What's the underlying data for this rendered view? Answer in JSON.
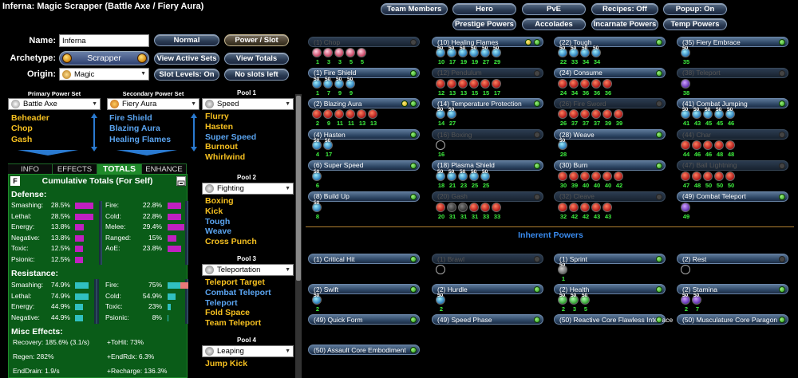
{
  "window_title": "Inferna: Magic Scrapper (Battle Axe / Fiery Aura)",
  "header_buttons": [
    {
      "label": "Team Members"
    },
    {
      "label": "Hero"
    },
    {
      "label": "PvE"
    },
    {
      "label": "Recipes: Off"
    },
    {
      "label": "Popup: On"
    },
    {
      "label": "Prestige Powers"
    },
    {
      "label": "Accolades"
    },
    {
      "label": "Incarnate Powers"
    },
    {
      "label": "Temp Powers"
    }
  ],
  "char": {
    "name_label": "Name:",
    "name_value": "Inferna",
    "archetype_label": "Archetype:",
    "archetype_value": "Scrapper",
    "origin_label": "Origin:",
    "origin_value": "Magic"
  },
  "mode_buttons": [
    {
      "label": "Normal"
    },
    {
      "label": "Power / Slot"
    },
    {
      "label": "View Active Sets"
    },
    {
      "label": "View Totals"
    },
    {
      "label": "Slot Levels: On"
    },
    {
      "label": "No slots left"
    }
  ],
  "primary": {
    "header": "Primary Power Set",
    "set": "Battle Axe",
    "powers": [
      {
        "name": "Beheader",
        "c": "gold"
      },
      {
        "name": "Chop",
        "c": "gold"
      },
      {
        "name": "Gash",
        "c": "gold"
      }
    ]
  },
  "secondary": {
    "header": "Secondary Power Set",
    "set": "Fiery Aura",
    "powers": [
      {
        "name": "Fire Shield",
        "c": "blue"
      },
      {
        "name": "Blazing Aura",
        "c": "blue"
      },
      {
        "name": "Healing Flames",
        "c": "blue"
      }
    ]
  },
  "tabs": [
    {
      "label": "INFO"
    },
    {
      "label": "EFFECTS"
    },
    {
      "label": "TOTALS"
    },
    {
      "label": "ENHANCE"
    }
  ],
  "totals": {
    "f_label": "F",
    "title": "Cumulative Totals (For Self)",
    "defense_title": "Defense:",
    "defense": [
      {
        "label": "Smashing:",
        "value": "28.5%",
        "pct": 0.57
      },
      {
        "label": "Lethal:",
        "value": "28.5%",
        "pct": 0.57
      },
      {
        "label": "Energy:",
        "value": "13.8%",
        "pct": 0.28
      },
      {
        "label": "Negative:",
        "value": "13.8%",
        "pct": 0.28
      },
      {
        "label": "Toxic:",
        "value": "12.5%",
        "pct": 0.25
      },
      {
        "label": "Psionic:",
        "value": "12.5%",
        "pct": 0.25
      }
    ],
    "defense2": [
      {
        "label": "Fire:",
        "value": "22.8%",
        "pct": 0.46
      },
      {
        "label": "Cold:",
        "value": "22.8%",
        "pct": 0.46
      },
      {
        "label": "Melee:",
        "value": "29.4%",
        "pct": 0.59
      },
      {
        "label": "Ranged:",
        "value": "15%",
        "pct": 0.3
      },
      {
        "label": "AoE:",
        "value": "23.8%",
        "pct": 0.48
      }
    ],
    "resistance_title": "Resistance:",
    "resistance": [
      {
        "label": "Smashing:",
        "value": "74.9%",
        "pct": 0.83
      },
      {
        "label": "Lethal:",
        "value": "74.9%",
        "pct": 0.83
      },
      {
        "label": "Energy:",
        "value": "44.9%",
        "pct": 0.5
      },
      {
        "label": "Negative:",
        "value": "44.9%",
        "pct": 0.5
      }
    ],
    "resistance2": [
      {
        "label": "Fire:",
        "value": "75%",
        "pct": 1.0
      },
      {
        "label": "Cold:",
        "value": "54.9%",
        "pct": 0.61
      },
      {
        "label": "Toxic:",
        "value": "23%",
        "pct": 0.26
      },
      {
        "label": "Psionic:",
        "value": "8%",
        "pct": 0.09
      }
    ],
    "misc_title": "Misc Effects:",
    "misc": [
      {
        "label": "Recovery: 185.6% (3.1/s)",
        "label2": "+ToHit: 73%"
      },
      {
        "label": "Regen: 282%",
        "label2": "+EndRdx: 6.3%"
      },
      {
        "label": "EndDrain: 1.9/s",
        "label2": "+Recharge: 136.3%"
      }
    ]
  },
  "pools": [
    {
      "header": "Pool 1",
      "set": "Speed",
      "powers": [
        {
          "name": "Flurry",
          "c": "gold"
        },
        {
          "name": "Hasten",
          "c": "gold"
        },
        {
          "name": "Super Speed",
          "c": "blue"
        },
        {
          "name": "Burnout",
          "c": "gold"
        },
        {
          "name": "Whirlwind",
          "c": "gold"
        }
      ]
    },
    {
      "header": "Pool 2",
      "set": "Fighting",
      "powers": [
        {
          "name": "Boxing",
          "c": "gold"
        },
        {
          "name": "Kick",
          "c": "gold"
        },
        {
          "name": "Tough",
          "c": "blue"
        },
        {
          "name": "Weave",
          "c": "blue"
        },
        {
          "name": "Cross Punch",
          "c": "gold"
        }
      ]
    },
    {
      "header": "Pool 3",
      "set": "Teleportation",
      "powers": [
        {
          "name": "Teleport Target",
          "c": "gold"
        },
        {
          "name": "Combat Teleport",
          "c": "blue"
        },
        {
          "name": "Teleport",
          "c": "blue"
        },
        {
          "name": "Fold Space",
          "c": "gold"
        },
        {
          "name": "Team Teleport",
          "c": "gold"
        }
      ]
    },
    {
      "header": "Pool 4",
      "set": "Leaping",
      "powers": [
        {
          "name": "Jump Kick",
          "c": "gold"
        }
      ]
    }
  ],
  "powers": [
    {
      "name": "(1) Chop",
      "dim": true,
      "dot": "",
      "slots": [
        {
          "c": "pink",
          "lv": "1"
        },
        {
          "c": "pink",
          "lv": "3"
        },
        {
          "c": "pink",
          "lv": "3"
        },
        {
          "c": "pink",
          "lv": "5"
        },
        {
          "c": "pink",
          "lv": "5"
        }
      ]
    },
    {
      "name": "(10) Healing Flames",
      "dim": false,
      "dot": "gy",
      "slots": [
        {
          "c": "blue",
          "lv": "10",
          "ov": "50"
        },
        {
          "c": "blue",
          "lv": "17",
          "ov": "50"
        },
        {
          "c": "blue",
          "lv": "19",
          "ov": "50"
        },
        {
          "c": "blue",
          "lv": "19",
          "ov": "50"
        },
        {
          "c": "blue",
          "lv": "27",
          "ov": "50"
        },
        {
          "c": "blue",
          "lv": "29",
          "ov": "50"
        }
      ]
    },
    {
      "name": "(22) Tough",
      "dim": false,
      "dot": "g",
      "slots": [
        {
          "c": "blue",
          "lv": "22",
          "ov": "50"
        },
        {
          "c": "blue",
          "lv": "33",
          "ov": "50"
        },
        {
          "c": "blue",
          "lv": "34",
          "ov": "50"
        },
        {
          "c": "blue",
          "lv": "34",
          "ov": "50"
        }
      ]
    },
    {
      "name": "(35) Fiery Embrace",
      "dim": false,
      "dot": "g",
      "slots": [
        {
          "c": "blue",
          "lv": "35",
          "ov": "50"
        }
      ]
    },
    {
      "name": "(1) Fire Shield",
      "dim": false,
      "dot": "g",
      "slots": [
        {
          "c": "blue",
          "lv": "1",
          "ov": "50"
        },
        {
          "c": "blue",
          "lv": "7",
          "ov": "50"
        },
        {
          "c": "blue",
          "lv": "9",
          "ov": "50"
        },
        {
          "c": "blue",
          "lv": "9",
          "ov": "50"
        }
      ]
    },
    {
      "name": "(12) Pendulum",
      "dim": true,
      "dot": "",
      "slots": [
        {
          "c": "red",
          "lv": "12"
        },
        {
          "c": "red",
          "lv": "13"
        },
        {
          "c": "red",
          "lv": "13"
        },
        {
          "c": "red",
          "lv": "15"
        },
        {
          "c": "red",
          "lv": "15"
        },
        {
          "c": "red",
          "lv": "17"
        }
      ]
    },
    {
      "name": "(24) Consume",
      "dim": false,
      "dot": "g",
      "slots": [
        {
          "c": "red",
          "lv": "24"
        },
        {
          "c": "red",
          "lv": "34"
        },
        {
          "c": "red",
          "lv": "36"
        },
        {
          "c": "red",
          "lv": "36"
        },
        {
          "c": "red",
          "lv": "36"
        }
      ]
    },
    {
      "name": "(38) Teleport",
      "dim": true,
      "dot": "",
      "slots": [
        {
          "c": "purple",
          "lv": "38"
        }
      ]
    },
    {
      "name": "(2) Blazing Aura",
      "dim": false,
      "dot": "gy",
      "slots": [
        {
          "c": "red",
          "lv": "2"
        },
        {
          "c": "red",
          "lv": "9"
        },
        {
          "c": "red",
          "lv": "11"
        },
        {
          "c": "red",
          "lv": "11"
        },
        {
          "c": "red",
          "lv": "13"
        },
        {
          "c": "red",
          "lv": "13"
        }
      ]
    },
    {
      "name": "(14) Temperature Protection",
      "dim": false,
      "dot": "g",
      "slots": [
        {
          "c": "blue",
          "lv": "14",
          "ov": "50"
        },
        {
          "c": "blue",
          "lv": "27",
          "ov": "50"
        }
      ]
    },
    {
      "name": "(26) Fire Sword",
      "dim": true,
      "dot": "",
      "slots": [
        {
          "c": "red",
          "lv": "26"
        },
        {
          "c": "red",
          "lv": "37"
        },
        {
          "c": "red",
          "lv": "37"
        },
        {
          "c": "red",
          "lv": "37"
        },
        {
          "c": "red",
          "lv": "39"
        },
        {
          "c": "red",
          "lv": "39"
        }
      ]
    },
    {
      "name": "(41) Combat Jumping",
      "dim": false,
      "dot": "g",
      "slots": [
        {
          "c": "blue",
          "lv": "41",
          "ov": "50"
        },
        {
          "c": "blue",
          "lv": "43",
          "ov": "50"
        },
        {
          "c": "blue",
          "lv": "45",
          "ov": "50"
        },
        {
          "c": "blue",
          "lv": "45",
          "ov": "50"
        },
        {
          "c": "blue",
          "lv": "46",
          "ov": "50"
        }
      ]
    },
    {
      "name": "(4) Hasten",
      "dim": false,
      "dot": "g",
      "slots": [
        {
          "c": "blue",
          "lv": "4",
          "ov": "50"
        },
        {
          "c": "blue",
          "lv": "17",
          "ov": "50"
        }
      ]
    },
    {
      "name": "(16) Boxing",
      "dim": true,
      "dot": "",
      "slots": [
        {
          "c": "empty",
          "lv": "16"
        }
      ]
    },
    {
      "name": "(28) Weave",
      "dim": false,
      "dot": "g",
      "slots": [
        {
          "c": "blue",
          "lv": "28",
          "ov": "50"
        }
      ]
    },
    {
      "name": "(44) Char",
      "dim": true,
      "dot": "",
      "slots": [
        {
          "c": "red",
          "lv": "44"
        },
        {
          "c": "red",
          "lv": "46"
        },
        {
          "c": "red",
          "lv": "46"
        },
        {
          "c": "red",
          "lv": "48"
        },
        {
          "c": "red",
          "lv": "48"
        }
      ]
    },
    {
      "name": "(6) Super Speed",
      "dim": false,
      "dot": "g",
      "slots": [
        {
          "c": "blue",
          "lv": "6",
          "ov": "50"
        }
      ]
    },
    {
      "name": "(18) Plasma Shield",
      "dim": false,
      "dot": "g",
      "slots": [
        {
          "c": "blue",
          "lv": "18",
          "ov": "50"
        },
        {
          "c": "blue",
          "lv": "21",
          "ov": "50"
        },
        {
          "c": "blue",
          "lv": "23",
          "ov": "50"
        },
        {
          "c": "blue",
          "lv": "25",
          "ov": "50"
        },
        {
          "c": "blue",
          "lv": "25",
          "ov": "50"
        }
      ]
    },
    {
      "name": "(30) Burn",
      "dim": false,
      "dot": "g",
      "slots": [
        {
          "c": "red",
          "lv": "30"
        },
        {
          "c": "red",
          "lv": "39"
        },
        {
          "c": "red",
          "lv": "40"
        },
        {
          "c": "red",
          "lv": "40"
        },
        {
          "c": "red",
          "lv": "40"
        },
        {
          "c": "red",
          "lv": "42"
        }
      ]
    },
    {
      "name": "(47) Ball Lightning",
      "dim": true,
      "dot": "",
      "slots": [
        {
          "c": "red",
          "lv": "47"
        },
        {
          "c": "red",
          "lv": "48"
        },
        {
          "c": "red",
          "lv": "50"
        },
        {
          "c": "red",
          "lv": "50"
        },
        {
          "c": "red",
          "lv": "50"
        }
      ]
    },
    {
      "name": "(8) Build Up",
      "dim": false,
      "dot": "g",
      "slots": [
        {
          "c": "blue",
          "lv": "8",
          "ov": "50"
        }
      ]
    },
    {
      "name": "(20) Gash",
      "dim": true,
      "dot": "",
      "slots": [
        {
          "c": "red",
          "lv": "20"
        },
        {
          "c": "dark",
          "lv": "31"
        },
        {
          "c": "dark",
          "lv": "31"
        },
        {
          "c": "red",
          "lv": "31"
        },
        {
          "c": "red",
          "lv": "33"
        },
        {
          "c": "red",
          "lv": "33"
        }
      ]
    },
    {
      "name": "(32) Cleave",
      "dim": true,
      "dot": "",
      "slots": [
        {
          "c": "red",
          "lv": "32"
        },
        {
          "c": "red",
          "lv": "42"
        },
        {
          "c": "red",
          "lv": "42"
        },
        {
          "c": "red",
          "lv": "43"
        },
        {
          "c": "red",
          "lv": "43"
        }
      ]
    },
    {
      "name": "(49) Combat Teleport",
      "dim": false,
      "dot": "g",
      "slots": [
        {
          "c": "purple",
          "lv": "49"
        }
      ]
    }
  ],
  "inherent_title": "Inherent Powers",
  "inherent": [
    {
      "name": "(1) Critical Hit",
      "dim": false,
      "dot": "g",
      "slots": []
    },
    {
      "name": "(1) Brawl",
      "dim": true,
      "dot": "",
      "slots": [
        {
          "c": "empty",
          "lv": ""
        }
      ]
    },
    {
      "name": "(1) Sprint",
      "dim": false,
      "dot": "g",
      "slots": [
        {
          "c": "gray",
          "lv": "1",
          "ov": "50"
        }
      ]
    },
    {
      "name": "(2) Rest",
      "dim": false,
      "dot": "",
      "slots": [
        {
          "c": "empty",
          "lv": ""
        }
      ]
    },
    {
      "name": "(2) Swift",
      "dim": false,
      "dot": "g",
      "slots": [
        {
          "c": "blue",
          "lv": "2",
          "ov": "50"
        }
      ]
    },
    {
      "name": "(2) Hurdle",
      "dim": false,
      "dot": "g",
      "slots": [
        {
          "c": "blue",
          "lv": "2",
          "ov": "50"
        }
      ]
    },
    {
      "name": "(2) Health",
      "dim": false,
      "dot": "g",
      "slots": [
        {
          "c": "green",
          "lv": "2",
          "ov": "50"
        },
        {
          "c": "green",
          "lv": "3",
          "ov": "50"
        },
        {
          "c": "green",
          "lv": "5",
          "ov": "50"
        }
      ]
    },
    {
      "name": "(2) Stamina",
      "dim": false,
      "dot": "g",
      "slots": [
        {
          "c": "purple",
          "lv": "2",
          "ov": "50"
        },
        {
          "c": "purple",
          "lv": "7",
          "ov": "50"
        }
      ]
    },
    {
      "name": "(49) Quick Form",
      "dim": false,
      "dot": "g",
      "slots": []
    },
    {
      "name": "(49) Speed Phase",
      "dim": false,
      "dot": "g",
      "slots": []
    },
    {
      "name": "(50) Reactive Core Flawless Interface",
      "dim": false,
      "dot": "g",
      "slots": []
    },
    {
      "name": "(50) Musculature Core Paragon",
      "dim": false,
      "dot": "g",
      "slots": []
    },
    {
      "name": "(50) Assault Core Embodiment",
      "dim": false,
      "dot": "g",
      "slots": []
    }
  ]
}
